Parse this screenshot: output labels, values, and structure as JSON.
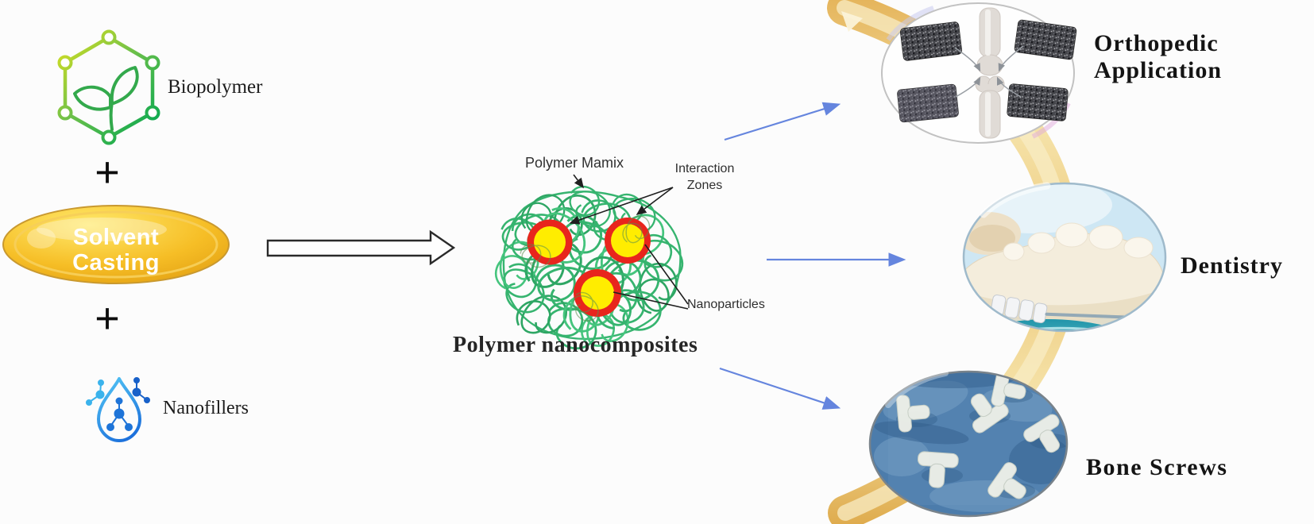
{
  "figure": {
    "background": "#FCFCFC",
    "description_icons": [
      "hexagon-sprout-icon",
      "droplet-molecule-icon",
      "right-block-arrow",
      "gold-ribbon"
    ]
  },
  "inputs": {
    "biopolymer": {
      "label": "Biopolymer",
      "icon": "hexagon-sprout-icon"
    },
    "plus_top": "+",
    "solvent": {
      "line1": "Solvent",
      "line2": "Casting"
    },
    "plus_bottom": "+",
    "nanofillers": {
      "label": "Nanofillers",
      "icon": "droplet-molecule-icon"
    }
  },
  "composite": {
    "matrix_label": "Polymer Mamix",
    "interaction": {
      "line1": "Interaction",
      "line2": "Zones"
    },
    "nanoparticles_label": "Nanoparticles",
    "caption": "Polymer nanocomposites"
  },
  "applications": {
    "orthopedic": {
      "line1": "Orthopedic",
      "line2": "Application"
    },
    "dentistry": {
      "label": "Dentistry"
    },
    "bone_screws": {
      "label": "Bone Screws"
    }
  },
  "colors": {
    "matrix_green": "#2CB168",
    "nanoparticle_yellow": "#FFED00",
    "interaction_red": "#E8251D",
    "ribbon_gold": "#EFC870",
    "connector_blue": "#6585DE",
    "solvent_gold": "#F2B31C"
  }
}
